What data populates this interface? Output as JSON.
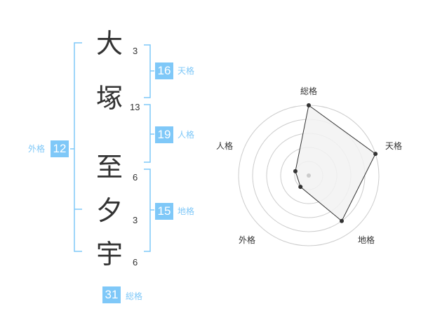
{
  "name": {
    "characters": [
      {
        "char": "大",
        "strokes": "3"
      },
      {
        "char": "塚",
        "strokes": "13"
      },
      {
        "char": "至",
        "strokes": "6"
      },
      {
        "char": "夕",
        "strokes": "3"
      },
      {
        "char": "宇",
        "strokes": "6"
      }
    ]
  },
  "fortunes": {
    "tenkaku": {
      "value": "16",
      "label": "天格"
    },
    "jinkaku": {
      "value": "19",
      "label": "人格"
    },
    "chikaku": {
      "value": "15",
      "label": "地格"
    },
    "gaikaku": {
      "value": "12",
      "label": "外格"
    },
    "soukaku": {
      "value": "31",
      "label": "総格"
    }
  },
  "radar": {
    "labels": [
      "総格",
      "天格",
      "地格",
      "外格",
      "人格"
    ],
    "values": [
      5,
      5,
      4,
      1,
      1
    ],
    "max": 5,
    "colors": {
      "fill": "#f2f2f2",
      "stroke": "#333333",
      "grid": "#cccccc",
      "accent": "#7fc8f8"
    }
  }
}
